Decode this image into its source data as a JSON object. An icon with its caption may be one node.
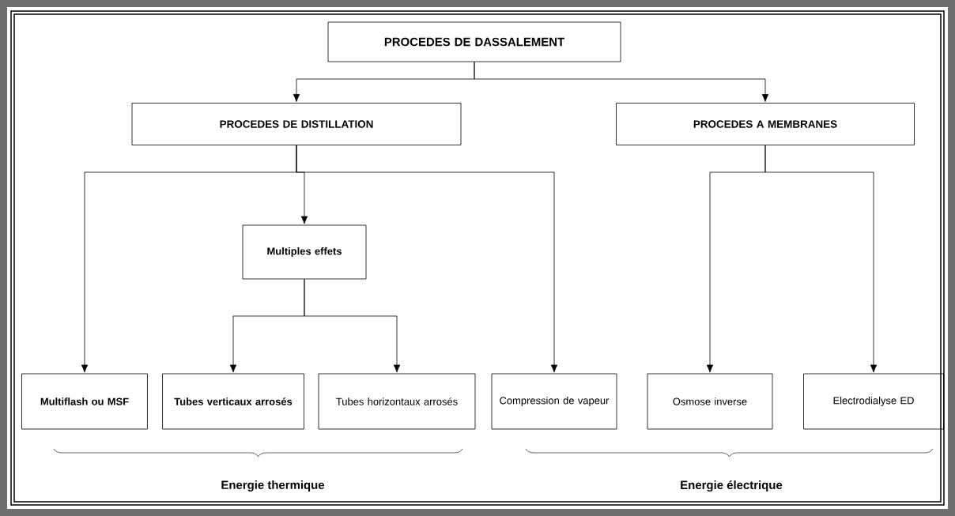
{
  "diagram": {
    "nodes": [
      {
        "text": [
          "PROCEDES DE DASSALEMENT"
        ]
      },
      {
        "text": [
          "PROCEDES DE DISTILLATION"
        ]
      },
      {
        "text": [
          "PROCEDES A MEMBRANES"
        ]
      },
      {
        "text": [
          "Multiples effets"
        ]
      },
      {
        "text": [
          "Multiflash ou MSF"
        ]
      },
      {
        "text": [
          "Tubes verticaux arrosés"
        ]
      },
      {
        "text": [
          "Tubes horizontaux arrosés"
        ]
      },
      {
        "text": [
          "Compression de vapeur"
        ]
      },
      {
        "text": [
          "Osmose inverse"
        ]
      },
      {
        "text": [
          "Electrodialyse ED"
        ]
      }
    ],
    "edges": [
      {
        "from": 0,
        "to": 1,
        "arrow": "to"
      },
      {
        "from": 0,
        "to": 2,
        "arrow": "to"
      },
      {
        "from": 1,
        "to": 4,
        "arrow": "to"
      },
      {
        "from": 1,
        "to": 3,
        "arrow": "to"
      },
      {
        "from": 1,
        "to": 7,
        "arrow": "to"
      },
      {
        "from": 3,
        "to": 5,
        "arrow": "to"
      },
      {
        "from": 3,
        "to": 6,
        "arrow": "to"
      },
      {
        "from": 2,
        "to": 8,
        "arrow": "to"
      },
      {
        "from": 2,
        "to": 9,
        "arrow": "to"
      }
    ],
    "labels": [
      "Energie thermique",
      "Energie électrique"
    ]
  }
}
